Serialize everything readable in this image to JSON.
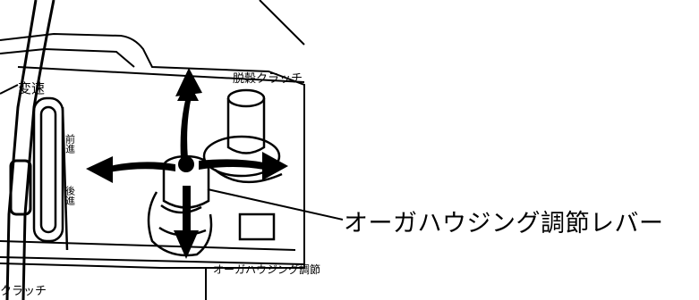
{
  "callout": {
    "label": "オーガハウジング調節レバー"
  },
  "panel_labels": {
    "left_column": "変速",
    "left_upper": "前進",
    "left_lower": "後進",
    "right_top": "脱穀クラッチ",
    "bottom_right": "オーガハウジング調節",
    "bottom_left": "クラッチ"
  },
  "arrows": {
    "directions": [
      "up",
      "down",
      "left",
      "right"
    ]
  },
  "colors": {
    "ink": "#000000",
    "paper": "#ffffff"
  }
}
